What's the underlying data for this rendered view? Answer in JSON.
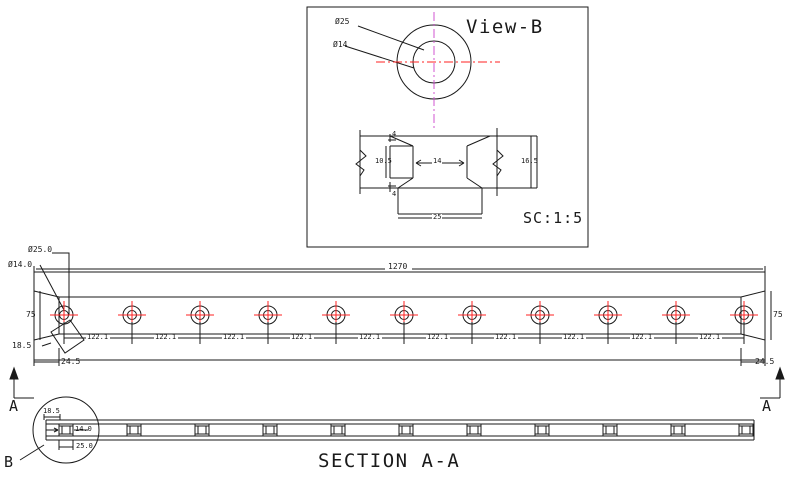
{
  "drawing": {
    "title_section": "SECTION A-A",
    "detail_view": {
      "title": "View-B",
      "scale": "SC:1:5",
      "hole_outer_dia": "Ø25",
      "hole_inner_dia": "Ø14",
      "sec_top_chamfer": "4",
      "sec_bottom_chamfer": "4",
      "sec_left_height": "10.5",
      "sec_throat_width": "14",
      "sec_right_height": "16.5",
      "sec_base_width": "25"
    },
    "main_view": {
      "overall_length": "1270",
      "end_height": "75",
      "right_end_height": "75",
      "left_offset": "18.5",
      "left_end_width": "24.5",
      "right_end_width": "24.5",
      "hole_outer_dia": "Ø25.0",
      "hole_inner_dia": "Ø14.0",
      "pitch": "122.1",
      "pitch_count": 10,
      "hole_count": 11,
      "section_marker_left": "A",
      "section_marker_right": "A"
    },
    "section_view": {
      "detail_marker": "B",
      "detail_left_dim": "18.5",
      "detail_throat_dim": "14.0",
      "detail_base_dim": "25.0",
      "hole_count": 11
    },
    "colors": {
      "line": "#1a1a1a",
      "centerline_red": "#ff2020",
      "centerline_magenta": "#cc44cc",
      "paper": "#ffffff"
    }
  }
}
